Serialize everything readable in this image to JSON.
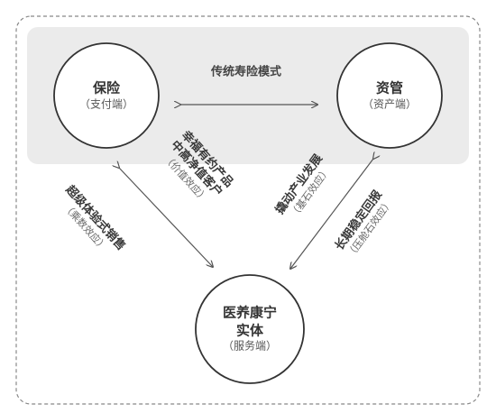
{
  "nodes": {
    "insurance": {
      "title": "保险",
      "sub": "（支付端）"
    },
    "asset": {
      "title": "资管",
      "sub": "（资产端）"
    },
    "health": {
      "title_line1": "医养康宁",
      "title_line2": "实体",
      "sub": "（服务端）"
    }
  },
  "flows": {
    "traditional": "传统寿险模式",
    "left_outer": {
      "main": "超级体验式销售",
      "sub": "（乘数效应）"
    },
    "left_inner": {
      "main_line1": "幸福有约产品",
      "main_line2": "中高净值客户",
      "sub": "（价值效应）"
    },
    "right_inner": {
      "main": "撬动产业发展",
      "sub": "（基石效应）"
    },
    "right_outer": {
      "main": "长期稳定回报",
      "sub": "（压舱石效应）"
    }
  },
  "colors": {
    "circle_stroke": "#333333",
    "band_fill": "#ebebeb",
    "dashed": "#888888",
    "arrow": "#555555"
  }
}
